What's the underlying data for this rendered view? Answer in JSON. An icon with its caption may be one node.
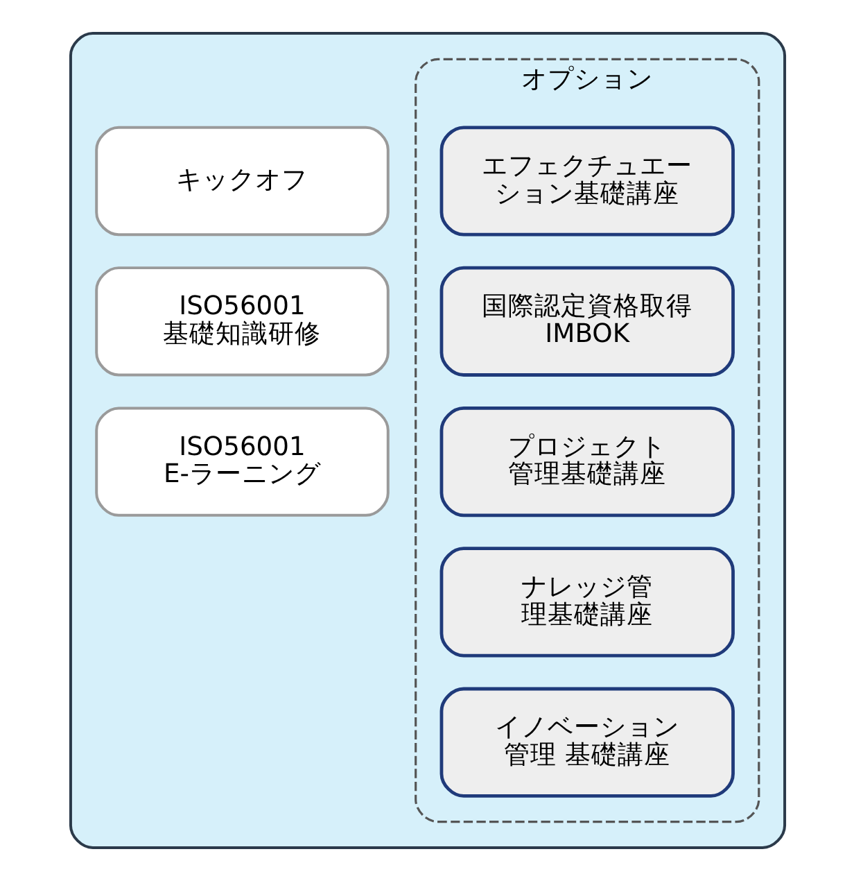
{
  "diagram": {
    "nodes": [
      {
        "text": [],
        "shape": "box"
      },
      {
        "text": [
          "キックオフ"
        ],
        "in": 0
      },
      {
        "text": [
          "ISO56001 基礎知識研修"
        ],
        "in": 0
      },
      {
        "text": [
          "ISO56001 E-ラーニング"
        ],
        "in": 0
      },
      {
        "text": [
          "オプション"
        ],
        "in": 0
      },
      {
        "text": [
          "エフェクチュエーション基礎講座"
        ],
        "in": 4
      },
      {
        "text": [
          "国際認定資格取得 IMBOK"
        ],
        "in": 4
      },
      {
        "text": [
          "プロジェクト管理基礎講座"
        ],
        "in": 4
      },
      {
        "text": [
          "ナレッジ管理基礎講座"
        ],
        "in": 4
      },
      {
        "text": [
          "イノベーション管理 基礎講座"
        ],
        "in": 4
      }
    ],
    "edges": []
  }
}
